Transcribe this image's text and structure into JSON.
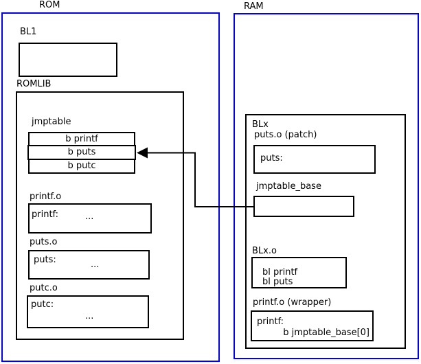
{
  "diagram": {
    "rom": {
      "label": "ROM",
      "bl1": {
        "label": "BL1"
      },
      "romlib": {
        "label": "ROMLIB",
        "jmptable": {
          "label": "jmptable",
          "rows": [
            "b printf",
            "b puts",
            "b putc"
          ]
        },
        "objects": [
          {
            "label": "printf.o",
            "symbol": "printf:",
            "body": "..."
          },
          {
            "label": "puts.o",
            "symbol": "puts:",
            "body": "..."
          },
          {
            "label": "putc.o",
            "symbol": "putc:",
            "body": "..."
          }
        ]
      }
    },
    "ram": {
      "label": "RAM",
      "blx": {
        "label": "BLx",
        "puts_patch": {
          "label": "puts.o (patch)",
          "symbol": "puts:"
        },
        "jmptable_base": {
          "label": "jmptable_base"
        },
        "blx_o": {
          "label": "BLx.o",
          "lines": [
            "bl printf",
            "bl puts"
          ]
        },
        "printf_wrapper": {
          "label": "printf.o (wrapper)",
          "symbol": "printf:",
          "body": "b jmptable_base[0]"
        }
      }
    },
    "colors": {
      "region_border": "#0000ee",
      "box_border": "#000000",
      "arrow": "#000000",
      "background": "#ffffff",
      "text": "#000000"
    }
  }
}
